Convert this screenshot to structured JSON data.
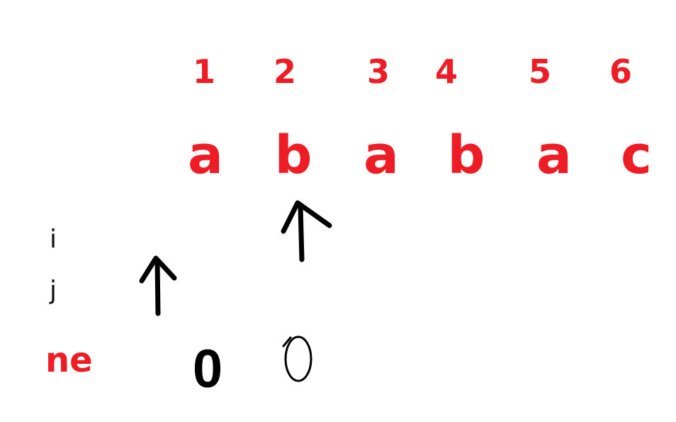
{
  "colors": {
    "accent": "#ee1c24",
    "ink": "#000000"
  },
  "indices": [
    "1",
    "2",
    "3",
    "4",
    "5",
    "6"
  ],
  "chars": [
    "a",
    "b",
    "a",
    "b",
    "a",
    "c"
  ],
  "labels": {
    "i": "i",
    "j": "j",
    "ne": "ne"
  },
  "ne_values": [
    "0",
    "0"
  ]
}
